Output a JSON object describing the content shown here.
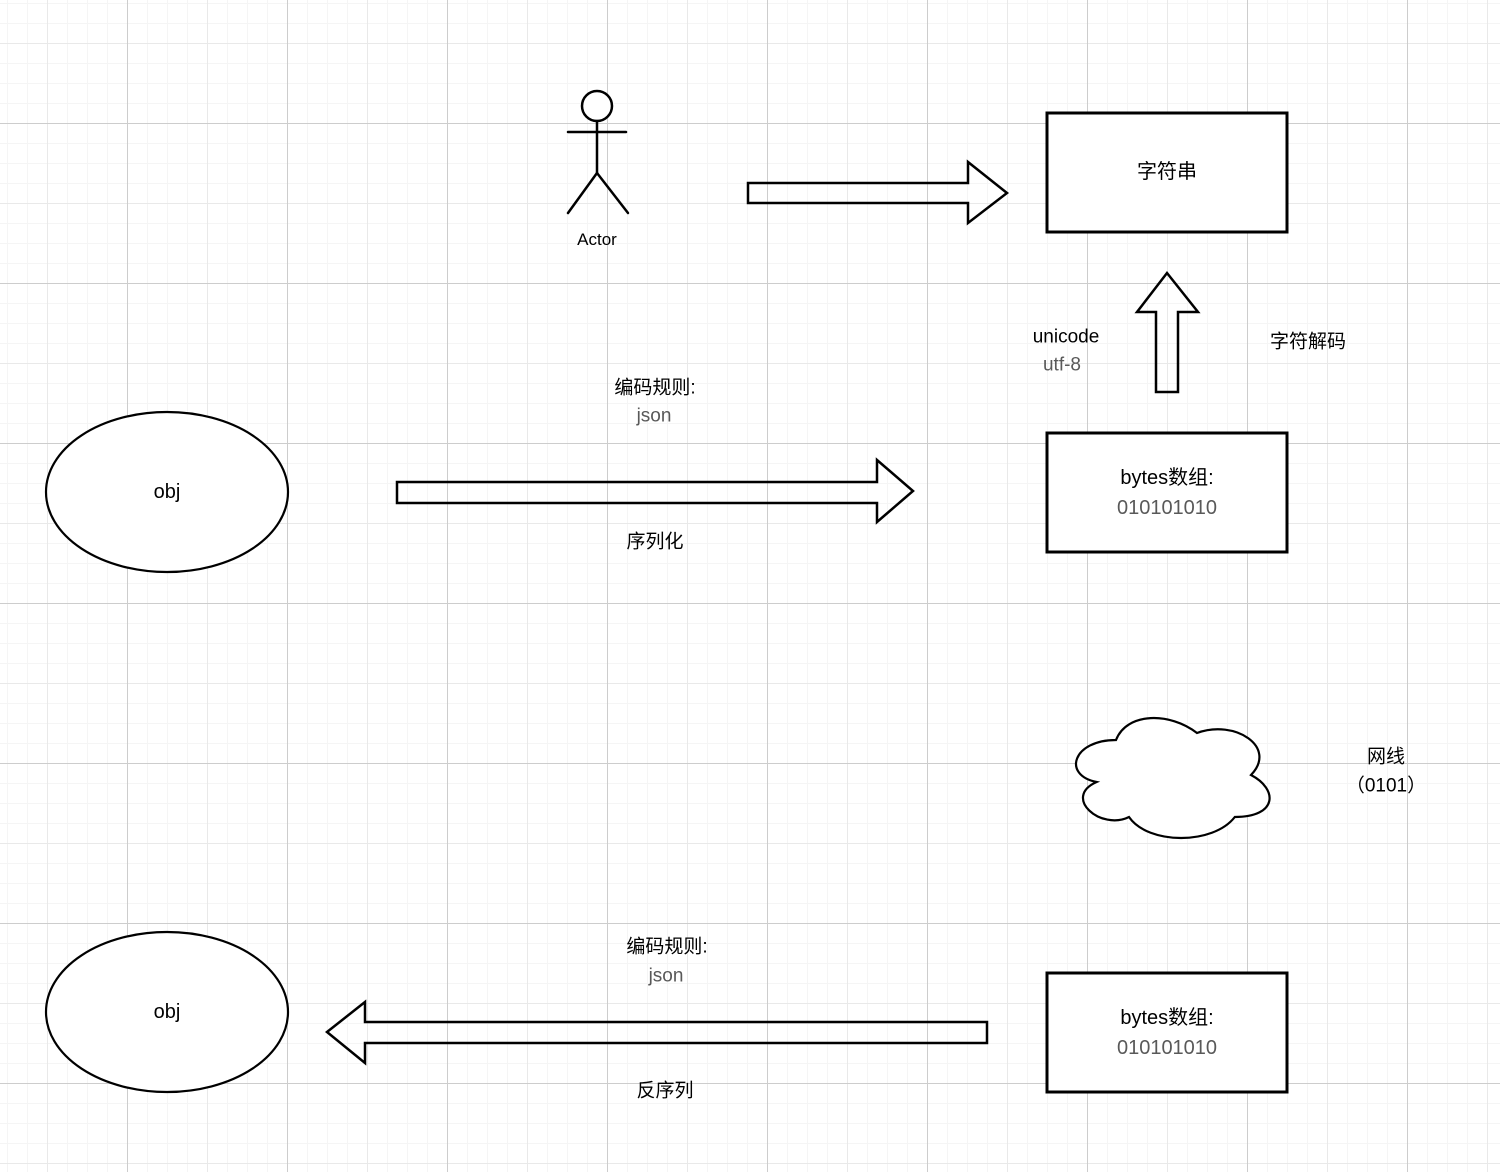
{
  "diagram": {
    "actor": {
      "label": "Actor"
    },
    "string_box": {
      "title": "字符串"
    },
    "bytes_box_top": {
      "title": "bytes数组:",
      "value": "010101010"
    },
    "bytes_box_bottom": {
      "title": "bytes数组:",
      "value": "010101010"
    },
    "obj_top": {
      "label": "obj"
    },
    "obj_bottom": {
      "label": "obj"
    },
    "cloud": {
      "label_line1": "网线",
      "label_line2": "（0101）"
    },
    "decode_arrow": {
      "left_line1": "unicode",
      "left_line2": "utf-8",
      "right_label": "字符解码"
    },
    "serialize_arrow": {
      "rule_line1": "编码规则:",
      "rule_line2": "json",
      "action": "序列化"
    },
    "deserialize_arrow": {
      "rule_line1": "编码规则:",
      "rule_line2": "json",
      "action": "反序列"
    }
  },
  "colors": {
    "stroke": "#000000",
    "muted_text": "#595959",
    "background": "#ffffff",
    "grid_minor": "#f5f5f5",
    "grid_medium": "#e9e9e9",
    "grid_major": "#cdcdcd"
  }
}
